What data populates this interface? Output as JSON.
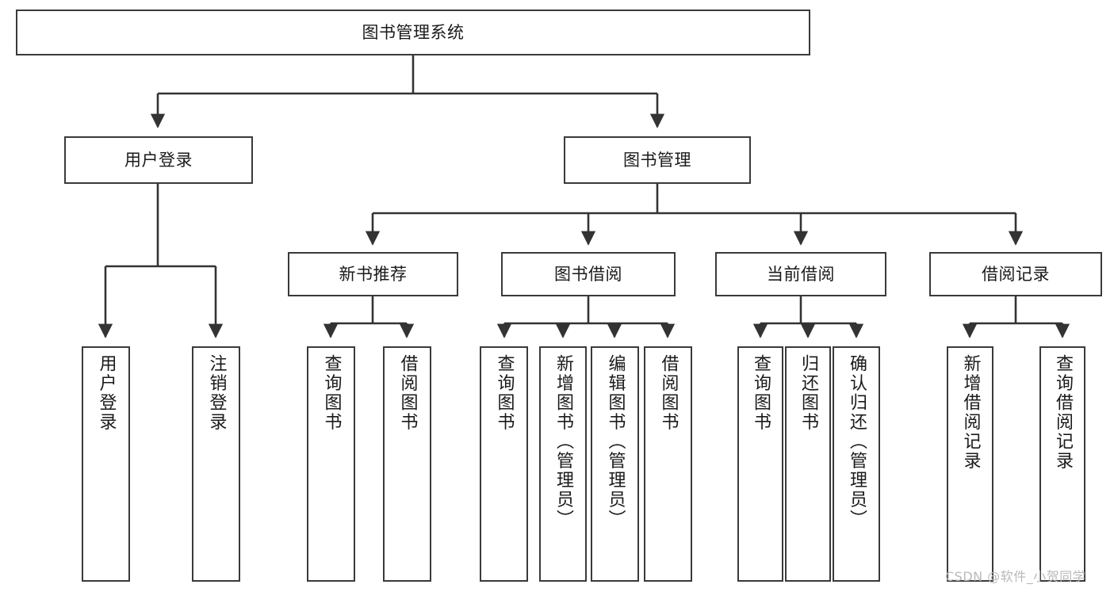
{
  "diagram": {
    "type": "tree-hierarchy",
    "title": "图书管理系统",
    "watermark": "CSDN @软件_小贺同学",
    "colors": {
      "box_border": "#3a3a3a",
      "box_fill": "#ffffff",
      "connector": "#333333",
      "text": "#1a1a1a",
      "watermark": "#b9b9b9",
      "background": "#ffffff"
    },
    "levels": {
      "level1": "图书管理系统",
      "level2": [
        "用户登录",
        "图书管理"
      ],
      "level3": [
        "新书推荐",
        "图书借阅",
        "当前借阅",
        "借阅记录"
      ]
    },
    "nodes": {
      "root": {
        "label": "图书管理系统"
      },
      "user_login": {
        "label": "用户登录"
      },
      "book_manage": {
        "label": "图书管理"
      },
      "new_book_rec": {
        "label": "新书推荐"
      },
      "book_borrow": {
        "label": "图书借阅"
      },
      "current_borrow": {
        "label": "当前借阅"
      },
      "borrow_record": {
        "label": "借阅记录"
      },
      "leaf_user_login": {
        "label": "用户登录"
      },
      "leaf_logout": {
        "label": "注销登录"
      },
      "leaf_query_book_1": {
        "label": "查询图书"
      },
      "leaf_borrow_book_1": {
        "label": "借阅图书"
      },
      "leaf_query_book_2": {
        "label": "查询图书"
      },
      "leaf_add_book": {
        "label": "新增图书（管理员）"
      },
      "leaf_edit_book": {
        "label": "编辑图书（管理员）"
      },
      "leaf_borrow_book_2": {
        "label": "借阅图书"
      },
      "leaf_query_book_3": {
        "label": "查询图书"
      },
      "leaf_return_book": {
        "label": "归还图书"
      },
      "leaf_confirm_return": {
        "label": "确认归还（管理员）"
      },
      "leaf_add_record": {
        "label": "新增借阅记录"
      },
      "leaf_query_record": {
        "label": "查询借阅记录"
      }
    }
  }
}
